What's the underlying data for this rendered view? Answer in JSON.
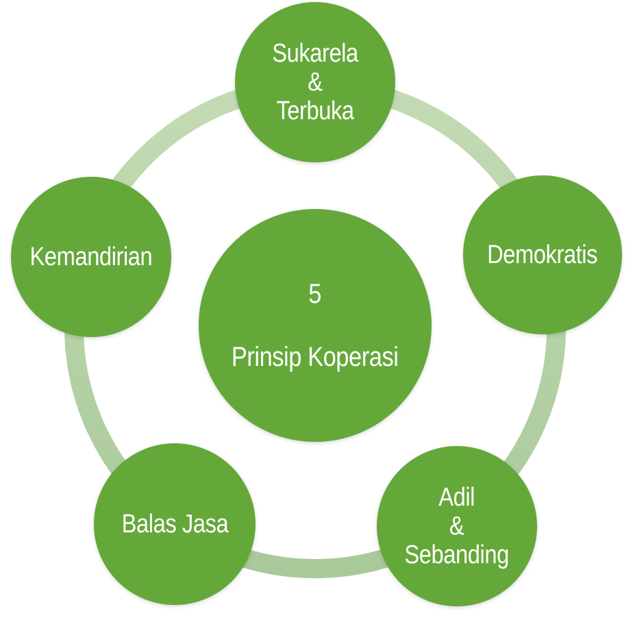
{
  "center": {
    "number": "5",
    "title": "Prinsip Koperasi"
  },
  "principles": [
    {
      "label": "Sukarela\n&\nTerbuka"
    },
    {
      "label": "Demokratis"
    },
    {
      "label": "Adil\n&\nSebanding"
    },
    {
      "label": "Balas Jasa"
    },
    {
      "label": "Kemandirian"
    }
  ],
  "colors": {
    "node": "#64a83a",
    "ring": "#b9d4a8"
  }
}
